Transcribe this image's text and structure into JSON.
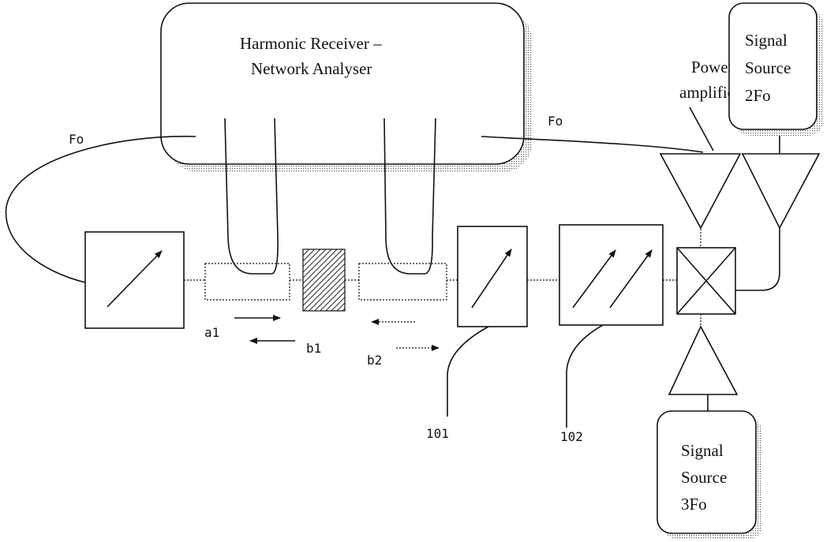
{
  "receiver": {
    "line1": "Harmonic Receiver –",
    "line2": "Network Analyser"
  },
  "signals": {
    "fo_left": "Fo",
    "fo_right": "Fo"
  },
  "power_amplifier": {
    "line1": "Power",
    "line2": "amplifier"
  },
  "source_2fo": {
    "line1": "Signal",
    "line2": "Source",
    "line3": "2Fo"
  },
  "source_3fo": {
    "line1": "Signal",
    "line2": "Source",
    "line3": "3Fo"
  },
  "waves": {
    "a1": "a1",
    "b1": "b1",
    "b2": "b2"
  },
  "refs": {
    "tuner_101": "101",
    "tuner_102": "102"
  }
}
